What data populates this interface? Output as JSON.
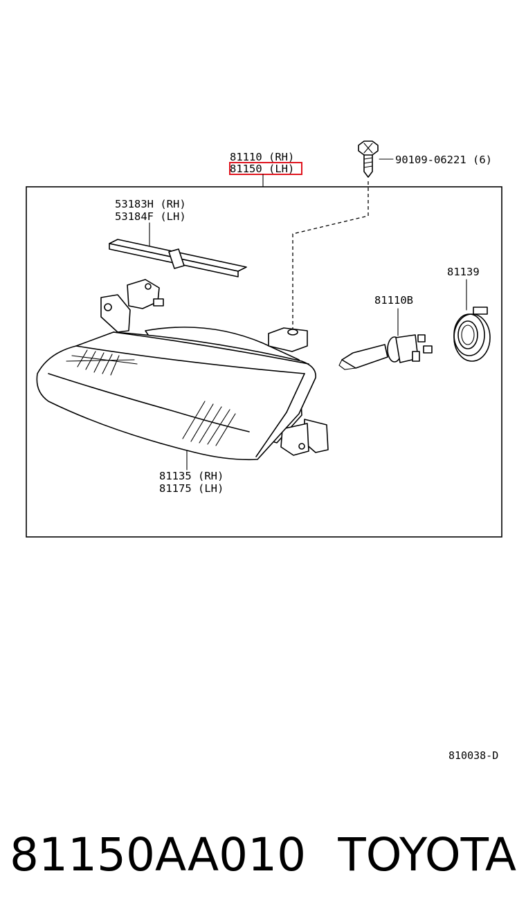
{
  "callouts": {
    "headlamp_rh": "81110 (RH)",
    "headlamp_lh": "81150 (LH)",
    "screw": "90109-06221 (6)",
    "retainer_rh": "53183H (RH)",
    "retainer_lh": "53184F (LH)",
    "socket": "81139",
    "bulb": "81110B",
    "lens_rh": "81135 (RH)",
    "lens_lh": "81175 (LH)"
  },
  "diagram_code": "810038-D",
  "footer": {
    "part_number": "81150AA010",
    "brand": "TOYOTA"
  },
  "colors": {
    "highlight": "#e0141e",
    "line": "#000000",
    "background": "#ffffff"
  }
}
